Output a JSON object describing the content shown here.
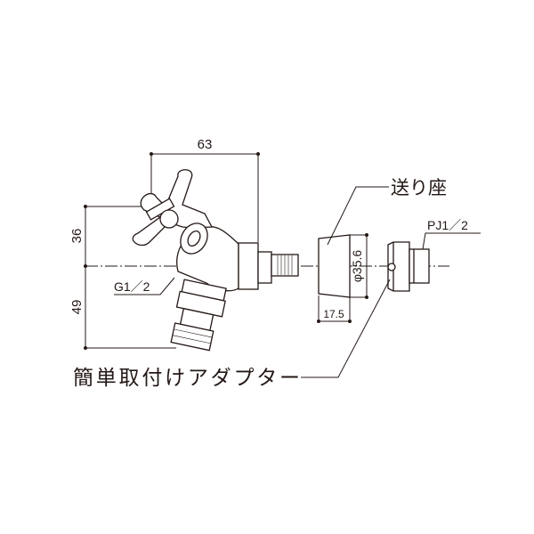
{
  "title": "簡単取付けアダプター 寸法図",
  "dimensions": {
    "width_top": "63",
    "height_upper": "36",
    "height_lower": "49",
    "diameter": "φ35.6",
    "seat_length": "17.5"
  },
  "labels": {
    "outlet_thread": "G1／2",
    "seat": "送り座",
    "adapter_thread": "PJ1／2",
    "adapter": "簡単取付けアダプター"
  },
  "colors": {
    "line": "#231815",
    "background": "#ffffff"
  }
}
